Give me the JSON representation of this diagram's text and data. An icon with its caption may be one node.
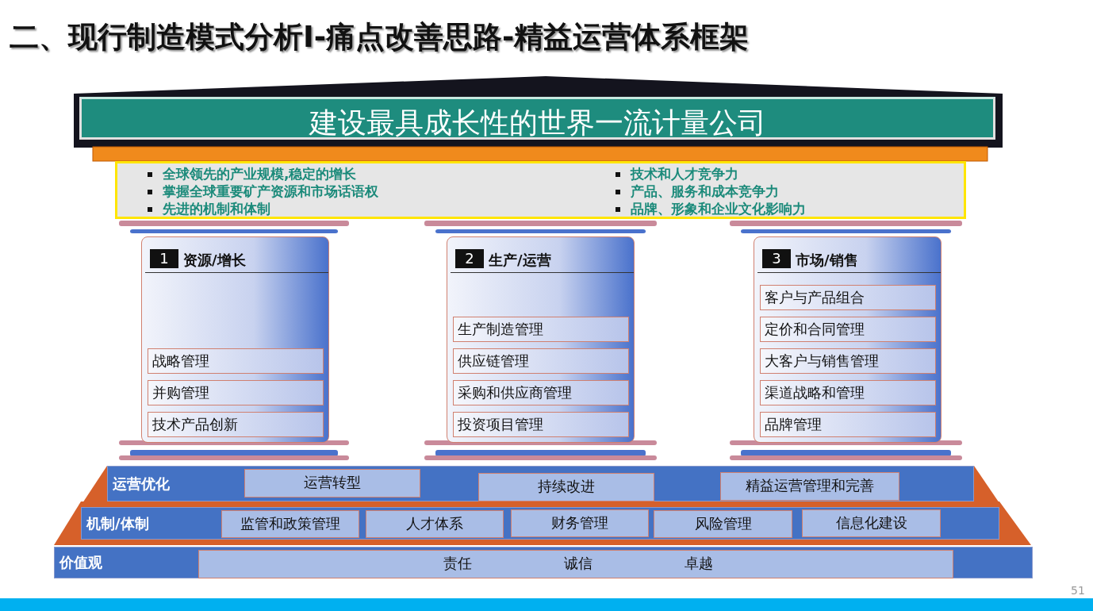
{
  "diagram": {
    "title": "二、现行制造模式分析I-痛点改善思路-精益运营体系框架",
    "nodes": [
      {
        "text": [
          "建设最具成长性的世界一流计量公司"
        ]
      },
      {
        "text": [
          "全球领先的产业规模,稳定的增长",
          "掌握全球重要矿产资源和市场话语权",
          "先进的机制和体制",
          "技术和人才竞争力",
          "产品、服务和成本竞争力",
          "品牌、形象和企业文化影响力"
        ]
      },
      {
        "text": [
          "1",
          "资源/增长"
        ]
      },
      {
        "text": [
          "战略管理"
        ],
        "in": 2
      },
      {
        "text": [
          "并购管理"
        ],
        "in": 2
      },
      {
        "text": [
          "技术产品创新"
        ],
        "in": 2
      },
      {
        "text": [
          "2",
          "生产/运营"
        ]
      },
      {
        "text": [
          "生产制造管理"
        ],
        "in": 6
      },
      {
        "text": [
          "供应链管理"
        ],
        "in": 6
      },
      {
        "text": [
          "采购和供应商管理"
        ],
        "in": 6
      },
      {
        "text": [
          "投资项目管理"
        ],
        "in": 6
      },
      {
        "text": [
          "3",
          "市场/销售"
        ]
      },
      {
        "text": [
          "客户与产品组合"
        ],
        "in": 11
      },
      {
        "text": [
          "定价和合同管理"
        ],
        "in": 11
      },
      {
        "text": [
          "大客户与销售管理"
        ],
        "in": 11
      },
      {
        "text": [
          "渠道战略和管理"
        ],
        "in": 11
      },
      {
        "text": [
          "品牌管理"
        ],
        "in": 11
      },
      {
        "text": [
          "运营优化"
        ]
      },
      {
        "text": [
          "运营转型"
        ],
        "in": 17
      },
      {
        "text": [
          "持续改进"
        ],
        "in": 17
      },
      {
        "text": [
          "精益运营管理和完善"
        ],
        "in": 17
      },
      {
        "text": [
          "机制/体制"
        ]
      },
      {
        "text": [
          "监管和政策管理"
        ],
        "in": 21
      },
      {
        "text": [
          "人才体系"
        ],
        "in": 21
      },
      {
        "text": [
          "财务管理"
        ],
        "in": 21
      },
      {
        "text": [
          "风险管理"
        ],
        "in": 21
      },
      {
        "text": [
          "信息化建设"
        ],
        "in": 21
      },
      {
        "text": [
          "价值观"
        ]
      },
      {
        "text": [
          "责任",
          "诚信",
          "卓越"
        ],
        "in": 27
      }
    ],
    "labels": [
      "51"
    ]
  }
}
